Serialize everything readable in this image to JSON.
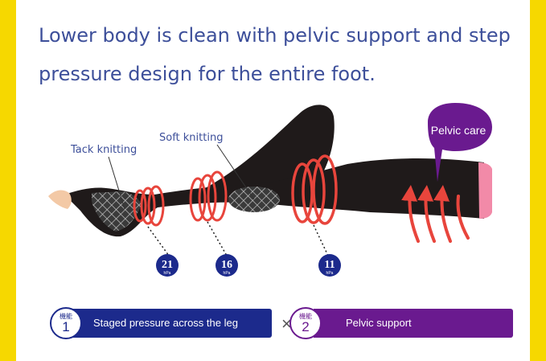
{
  "headline": "Lower body is clean with pelvic support and step pressure design for the entire foot.",
  "labels": {
    "tack_knitting": "Tack knitting",
    "soft_knitting": "Soft knitting",
    "pelvic_care": "Pelvic care"
  },
  "pressure_points": [
    {
      "value": "21",
      "unit": "hPa"
    },
    {
      "value": "16",
      "unit": "hPa"
    },
    {
      "value": "11",
      "unit": "hPa"
    }
  ],
  "features": [
    {
      "kanji": "機能",
      "number": "1",
      "label": "Staged pressure across the leg"
    },
    {
      "kanji": "機能",
      "number": "2",
      "label": "Pelvic support"
    }
  ],
  "separator": "×",
  "colors": {
    "frame": "#f6d800",
    "headline": "#3d4f9a",
    "feature_1": "#1c2a8c",
    "feature_2": "#6a1a8f",
    "pressure_ring": "#e8453c",
    "pelvic_bubble": "#6a1a8f"
  }
}
